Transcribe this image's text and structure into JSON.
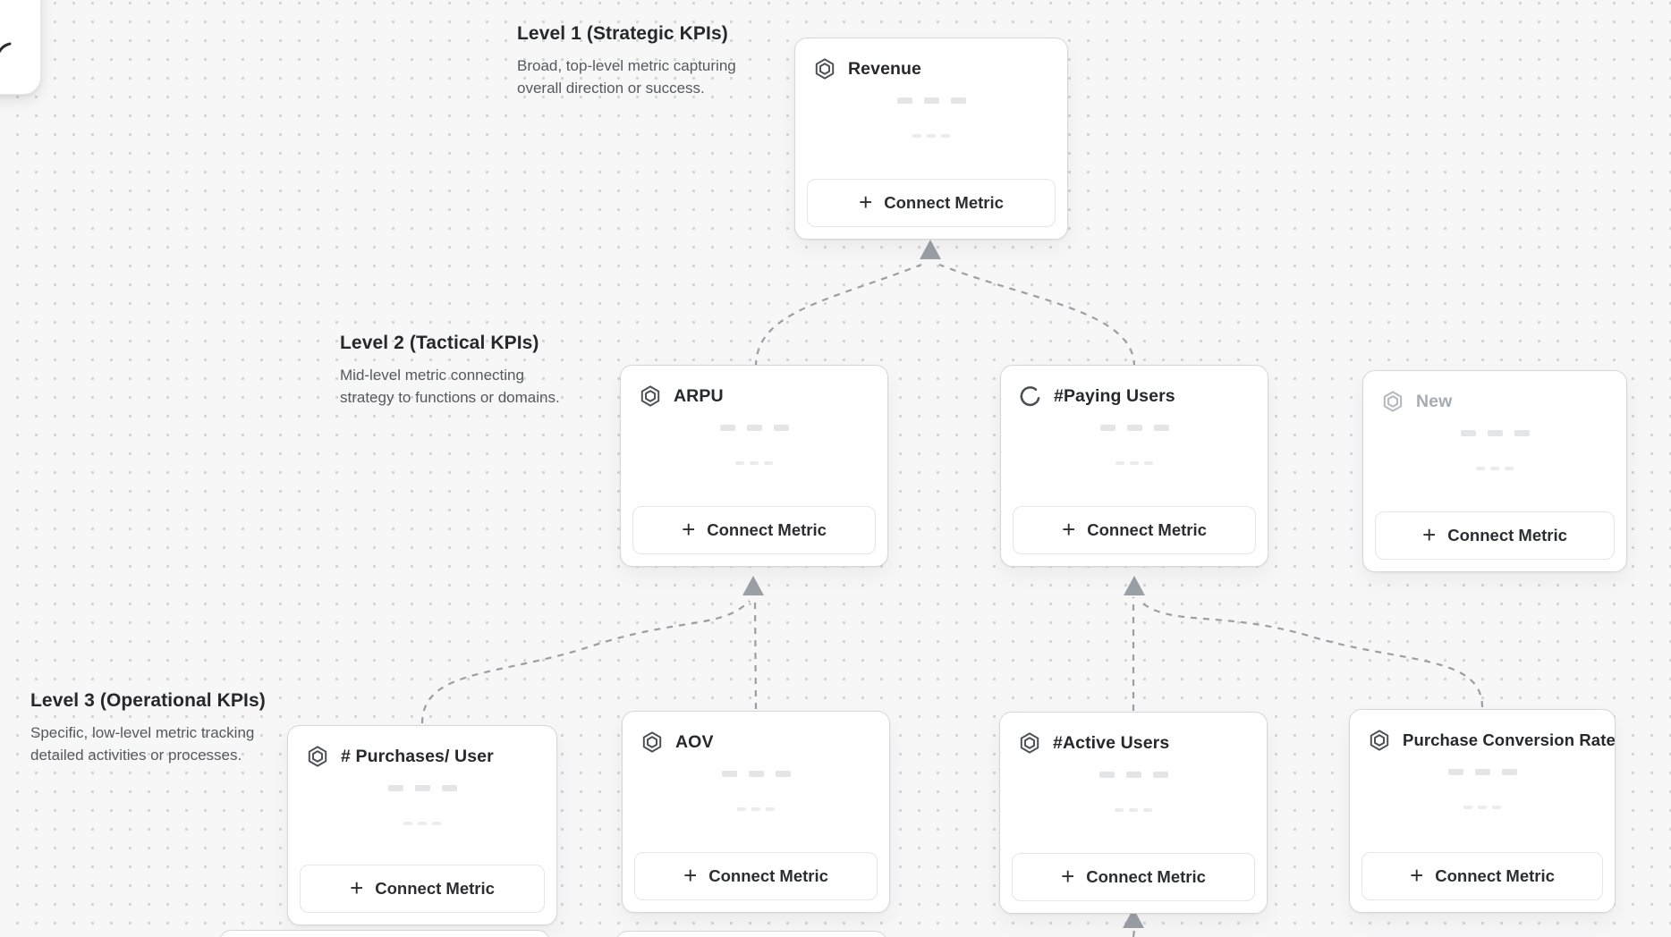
{
  "levels": [
    {
      "title": "Level 1 (Strategic KPIs)",
      "description": "Broad, top-level metric capturing overall direction or success."
    },
    {
      "title": "Level 2 (Tactical KPIs)",
      "description": "Mid-level metric connecting strategy to functions or domains."
    },
    {
      "title": "Level 3 (Operational KPIs)",
      "description": "Specific, low-level metric tracking detailed activities or processes."
    }
  ],
  "cards": [
    {
      "id": "revenue",
      "title": "Revenue",
      "icon": "hexagon-icon",
      "connect_label": "Connect Metric"
    },
    {
      "id": "arpu",
      "title": "ARPU",
      "icon": "hexagon-icon",
      "connect_label": "Connect Metric"
    },
    {
      "id": "paying-users",
      "title": "#Paying Users",
      "icon": "spinner-icon",
      "connect_label": "Connect Metric"
    },
    {
      "id": "new",
      "title": "New",
      "icon": "hexagon-icon",
      "muted": true,
      "connect_label": "Connect Metric"
    },
    {
      "id": "purchases-per-user",
      "title": "# Purchases/ User",
      "icon": "hexagon-icon",
      "connect_label": "Connect Metric"
    },
    {
      "id": "aov",
      "title": "AOV",
      "icon": "hexagon-icon",
      "connect_label": "Connect Metric"
    },
    {
      "id": "active-users",
      "title": "#Active Users",
      "icon": "hexagon-icon",
      "connect_label": "Connect Metric"
    },
    {
      "id": "purchase-conversion-rate",
      "title": "Purchase Conversion Rate",
      "icon": "hexagon-icon",
      "connect_label": "Connect Metric"
    }
  ],
  "ui": {
    "plus": "+"
  },
  "colors": {
    "canvas_bg": "#f7f7f8",
    "grid_dot": "#d2d2d3",
    "card_bg": "#ffffff",
    "card_border": "#d6d7d9",
    "connector": "#9b9ea3",
    "arrowhead": "#9aa0a6",
    "heading_text": "#26282b",
    "body_text": "#55585e",
    "muted_text": "#a6abb3",
    "skeleton_bar": "#e4e5e7"
  }
}
